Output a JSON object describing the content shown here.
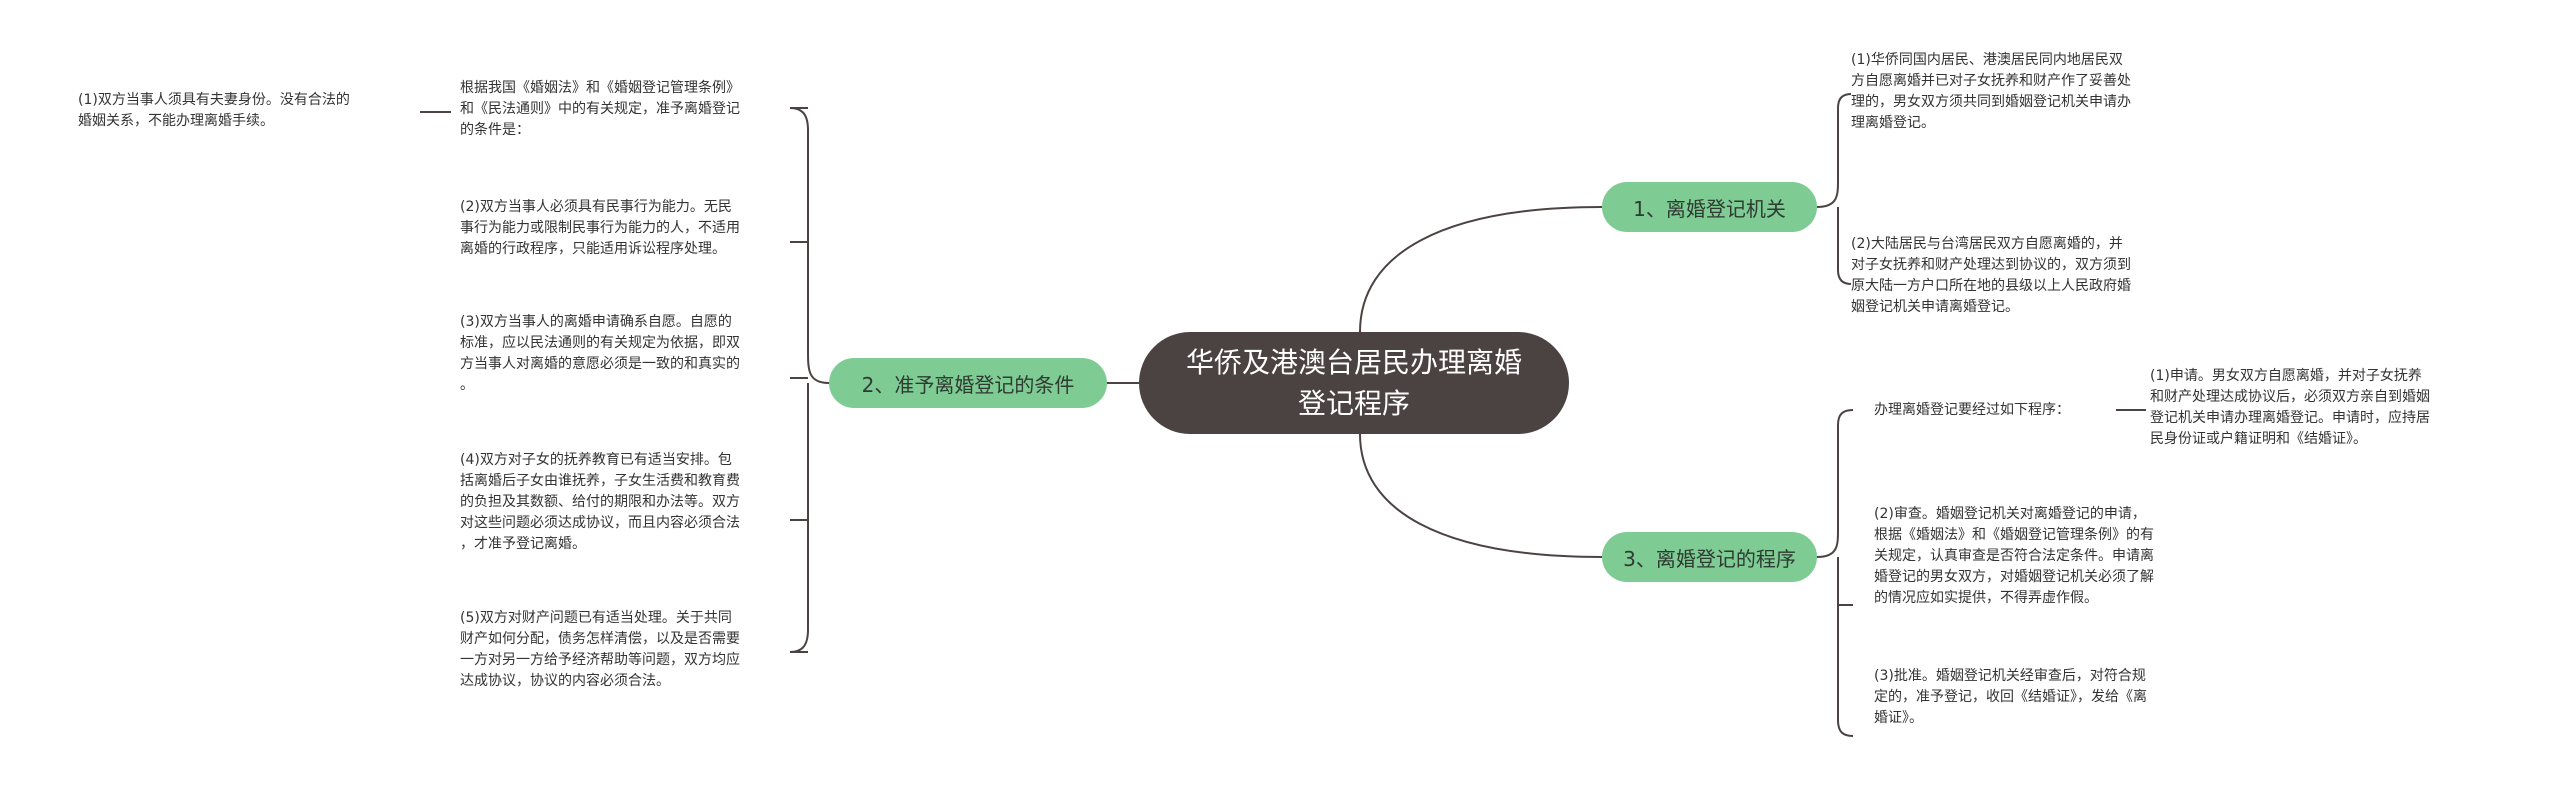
{
  "root": {
    "title": "华侨及港澳台居民办理离婚登记程序"
  },
  "branches": [
    {
      "label": "1、离婚登记机关",
      "children": [
        "(1)华侨同国内居民、港澳居民同内地居民双\n方自愿离婚并已对子女抚养和财产作了妥善处\n理的，男女双方须共同到婚姻登记机关申请办\n理离婚登记。",
        "(2)大陆居民与台湾居民双方自愿离婚的，并\n对子女抚养和财产处理达到协议的，双方须到\n原大陆一方户口所在地的县级以上人民政府婚\n姻登记机关申请离婚登记。"
      ]
    },
    {
      "label": "2、准予离婚登记的条件",
      "children": [
        "根据我国《婚姻法》和《婚姻登记管理条例》\n和《民法通则》中的有关规定，准予离婚登记\n的条件是：",
        "(2)双方当事人必须具有民事行为能力。无民\n事行为能力或限制民事行为能力的人，不适用\n离婚的行政程序，只能适用诉讼程序处理。",
        "(3)双方当事人的离婚申请确系自愿。自愿的\n标准，应以民法通则的有关规定为依据，即双\n方当事人对离婚的意愿必须是一致的和真实的\n。",
        "(4)双方对子女的抚养教育已有适当安排。包\n括离婚后子女由谁抚养，子女生活费和教育费\n的负担及其数额、给付的期限和办法等。双方\n对这些问题必须达成协议，而且内容必须合法\n，才准予登记离婚。",
        "(5)双方对财产问题已有适当处理。关于共同\n财产如何分配，债务怎样清偿，以及是否需要\n一方对另一方给予经济帮助等问题，双方均应\n达成协议，协议的内容必须合法。"
      ],
      "sub": "(1)双方当事人须具有夫妻身份。没有合法的\n婚姻关系，不能办理离婚手续。"
    },
    {
      "label": "3、离婚登记的程序",
      "children": [
        "办理离婚登记要经过如下程序：",
        "(2)审查。婚姻登记机关对离婚登记的申请，\n根据《婚姻法》和《婚姻登记管理条例》的有\n关规定，认真审查是否符合法定条件。申请离\n婚登记的男女双方，对婚姻登记机关必须了解\n的情况应如实提供，不得弄虚作假。",
        "(3)批准。婚姻登记机关经审查后，对符合规\n定的，准予登记，收回《结婚证》，发给《离\n婚证》。"
      ],
      "sub": "(1)申请。男女双方自愿离婚，并对子女抚养\n和财产处理达成协议后，必须双方亲自到婚姻\n登记机关申请办理离婚登记。申请时，应持居\n民身份证或户籍证明和《结婚证》。"
    }
  ],
  "colors": {
    "root": "#4b4341",
    "branch": "#7fcb94",
    "line": "#4b4341"
  }
}
